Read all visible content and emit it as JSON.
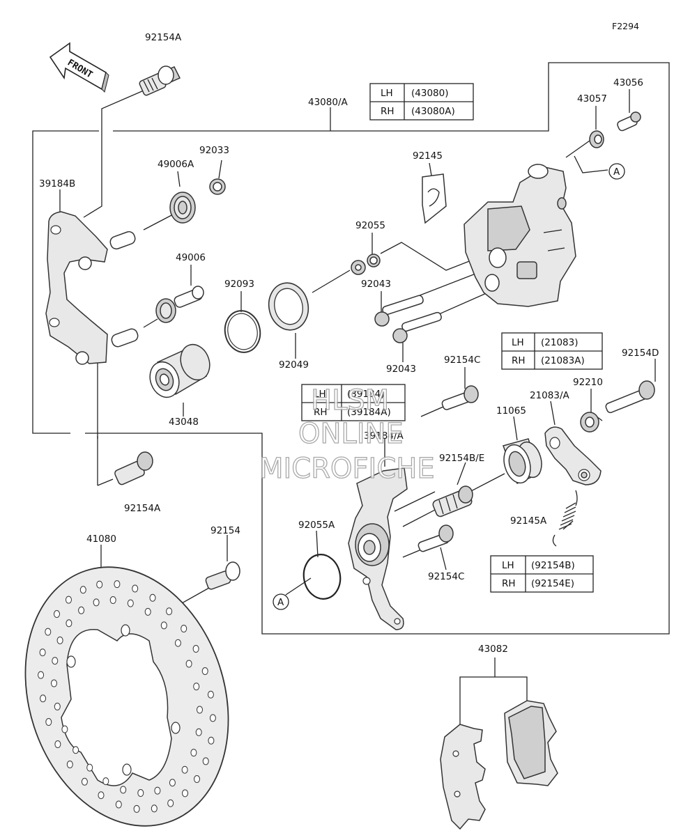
{
  "figure_code": "F2294",
  "front_label": "FRONT",
  "callouts": {
    "c92154A_top": "92154A",
    "c43080A": "43080/A",
    "c43056": "43056",
    "c43057": "43057",
    "c92033": "92033",
    "c49006A": "49006A",
    "c39184B": "39184B",
    "c92145": "92145",
    "c92055": "92055",
    "c49006": "49006",
    "c92093": "92093",
    "c92043_a": "92043",
    "c92049": "92049",
    "c92043_b": "92043",
    "c43048": "43048",
    "c92154C_top": "92154C",
    "c92154D": "92154D",
    "c92210": "92210",
    "c21083A": "21083/A",
    "c11065": "11065",
    "c39184A": "39184/A",
    "c92154BE": "92154B/E",
    "c92154A_bottom": "92154A",
    "c92145A": "92145A",
    "c41080": "41080",
    "c92154": "92154",
    "c92055A": "92055A",
    "c92154C_bottom": "92154C",
    "c43082": "43082",
    "ref_a_top": "A",
    "ref_a_bottom": "A"
  },
  "tables": {
    "t43080": {
      "lh_label": "LH",
      "lh_value": "(43080)",
      "rh_label": "RH",
      "rh_value": "(43080A)"
    },
    "t21083": {
      "lh_label": "LH",
      "lh_value": "(21083)",
      "rh_label": "RH",
      "rh_value": "(21083A)"
    },
    "t39184": {
      "lh_label": "LH",
      "lh_value": "(39184)",
      "rh_label": "RH",
      "rh_value": "(39184A)"
    },
    "t92154": {
      "lh_label": "LH",
      "lh_value": "(92154B)",
      "rh_label": "RH",
      "rh_value": "(92154E)"
    }
  },
  "watermark": {
    "line1": "HLSM",
    "line2": "ONLINE",
    "line3": "MICROFICHE"
  }
}
